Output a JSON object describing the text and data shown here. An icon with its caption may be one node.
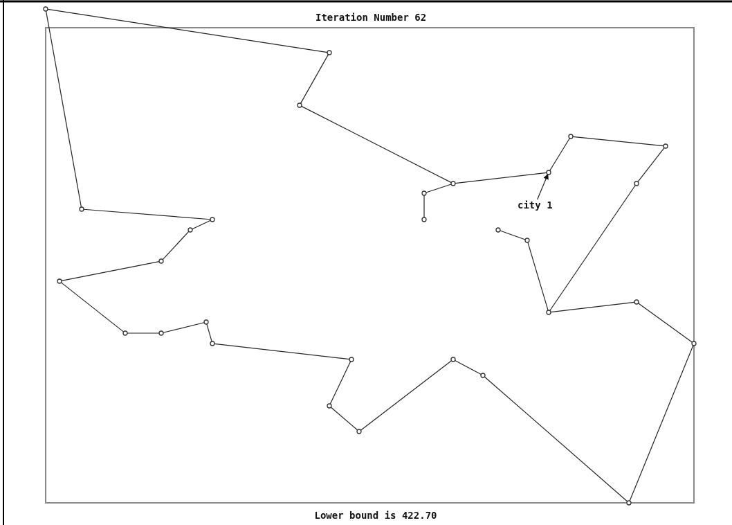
{
  "diagram": {
    "title": "Iteration Number 62",
    "caption": "Lower bound is 422.70",
    "nodes": [
      {
        "text": [],
        "shape": "circle"
      },
      {
        "text": [],
        "shape": "circle"
      },
      {
        "text": [],
        "shape": "circle"
      },
      {
        "text": [],
        "shape": "circle"
      },
      {
        "text": [],
        "shape": "circle"
      },
      {
        "text": [],
        "shape": "circle"
      },
      {
        "text": [],
        "shape": "circle"
      },
      {
        "text": [],
        "shape": "circle"
      },
      {
        "text": [],
        "shape": "circle"
      },
      {
        "text": [],
        "shape": "circle"
      },
      {
        "text": [],
        "shape": "circle"
      },
      {
        "text": [],
        "shape": "circle"
      },
      {
        "text": [],
        "shape": "circle"
      },
      {
        "text": [],
        "shape": "circle"
      },
      {
        "text": [],
        "shape": "circle"
      },
      {
        "text": [],
        "shape": "circle"
      },
      {
        "text": [],
        "shape": "circle"
      },
      {
        "text": [],
        "shape": "circle"
      },
      {
        "text": [],
        "shape": "circle"
      },
      {
        "text": [],
        "shape": "circle"
      },
      {
        "text": [],
        "shape": "circle"
      },
      {
        "text": [],
        "shape": "circle"
      },
      {
        "text": [],
        "shape": "circle"
      },
      {
        "text": [],
        "shape": "circle"
      },
      {
        "text": [],
        "shape": "circle"
      },
      {
        "text": [],
        "shape": "circle"
      },
      {
        "text": [],
        "shape": "circle"
      },
      {
        "text": [],
        "shape": "circle"
      },
      {
        "text": [],
        "shape": "circle"
      },
      {
        "text": [],
        "shape": "circle"
      },
      {
        "text": [
          "city 1"
        ]
      }
    ],
    "edges": [
      {
        "from": 0,
        "to": 1,
        "arrow": "none"
      },
      {
        "from": 1,
        "to": 2,
        "arrow": "none"
      },
      {
        "from": 2,
        "to": 3,
        "arrow": "none"
      },
      {
        "from": 3,
        "to": 4,
        "arrow": "none"
      },
      {
        "from": 4,
        "to": 5,
        "arrow": "none"
      },
      {
        "from": 3,
        "to": 6,
        "arrow": "none"
      },
      {
        "from": 6,
        "to": 7,
        "arrow": "none"
      },
      {
        "from": 7,
        "to": 8,
        "arrow": "none"
      },
      {
        "from": 8,
        "to": 9,
        "arrow": "none"
      },
      {
        "from": 9,
        "to": 10,
        "arrow": "none"
      },
      {
        "from": 10,
        "to": 11,
        "arrow": "none"
      },
      {
        "from": 11,
        "to": 12,
        "arrow": "none"
      },
      {
        "from": 10,
        "to": 13,
        "arrow": "none"
      },
      {
        "from": 13,
        "to": 14,
        "arrow": "none"
      },
      {
        "from": 14,
        "to": 15,
        "arrow": "none"
      },
      {
        "from": 15,
        "to": 16,
        "arrow": "none"
      },
      {
        "from": 16,
        "to": 17,
        "arrow": "none"
      },
      {
        "from": 17,
        "to": 18,
        "arrow": "none"
      },
      {
        "from": 18,
        "to": 19,
        "arrow": "none"
      },
      {
        "from": 19,
        "to": 20,
        "arrow": "none"
      },
      {
        "from": 20,
        "to": 21,
        "arrow": "none"
      },
      {
        "from": 21,
        "to": 22,
        "arrow": "none"
      },
      {
        "from": 22,
        "to": 23,
        "arrow": "none"
      },
      {
        "from": 23,
        "to": 24,
        "arrow": "none"
      },
      {
        "from": 24,
        "to": 25,
        "arrow": "none"
      },
      {
        "from": 25,
        "to": 26,
        "arrow": "none"
      },
      {
        "from": 26,
        "to": 27,
        "arrow": "none"
      },
      {
        "from": 27,
        "to": 28,
        "arrow": "none"
      },
      {
        "from": 28,
        "to": 29,
        "arrow": "none"
      },
      {
        "from": 29,
        "to": 0,
        "arrow": "none"
      },
      {
        "from": 30,
        "to": 6,
        "arrow": "to"
      }
    ]
  }
}
